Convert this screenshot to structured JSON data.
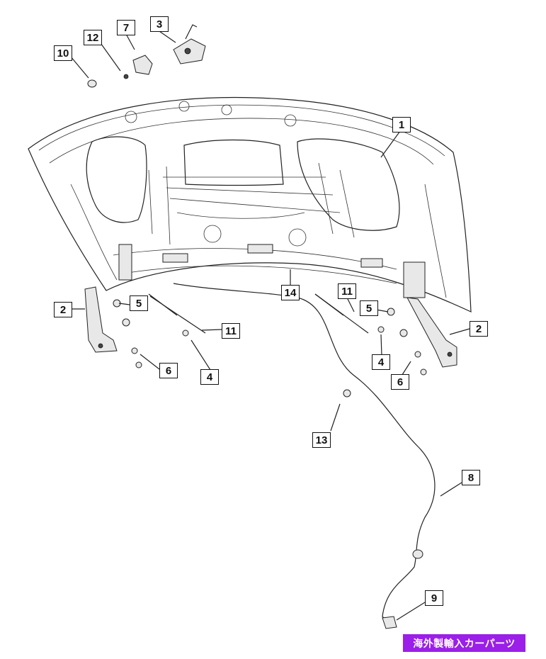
{
  "callouts": [
    {
      "id": "c1",
      "label": "1"
    },
    {
      "id": "c2a",
      "label": "2"
    },
    {
      "id": "c2b",
      "label": "2"
    },
    {
      "id": "c3",
      "label": "3"
    },
    {
      "id": "c4a",
      "label": "4"
    },
    {
      "id": "c4b",
      "label": "4"
    },
    {
      "id": "c5a",
      "label": "5"
    },
    {
      "id": "c5b",
      "label": "5"
    },
    {
      "id": "c6a",
      "label": "6"
    },
    {
      "id": "c6b",
      "label": "6"
    },
    {
      "id": "c7",
      "label": "7"
    },
    {
      "id": "c8",
      "label": "8"
    },
    {
      "id": "c9",
      "label": "9"
    },
    {
      "id": "c10",
      "label": "10"
    },
    {
      "id": "c11a",
      "label": "11"
    },
    {
      "id": "c11b",
      "label": "11"
    },
    {
      "id": "c12",
      "label": "12"
    },
    {
      "id": "c13",
      "label": "13"
    },
    {
      "id": "c14",
      "label": "14"
    }
  ],
  "watermark": "海外製輸入カーパーツ"
}
